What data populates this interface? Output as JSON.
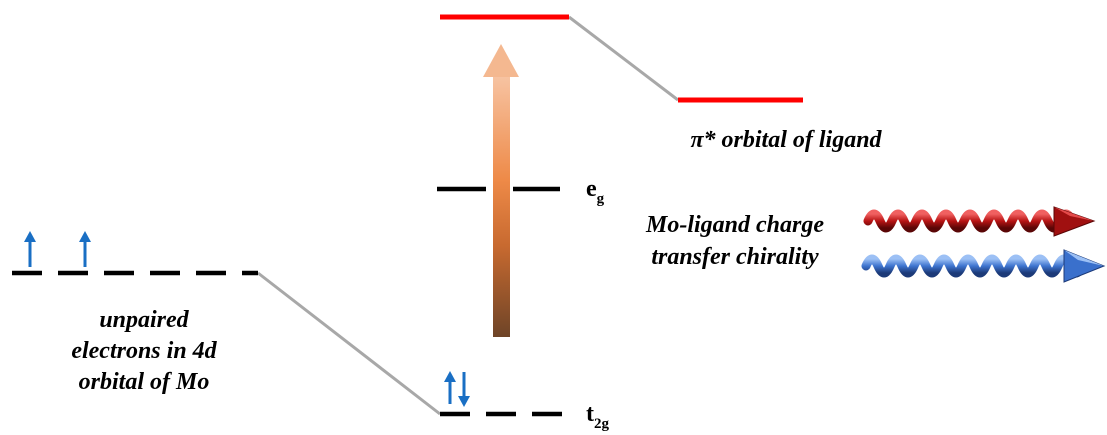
{
  "colors": {
    "level_black": "#000000",
    "level_red": "#ff0000",
    "connector_gray": "#a8a8a8",
    "electron_blue": "#1a6fc4",
    "arrow_top": "#f7c4a3",
    "arrow_mid": "#e87f3e",
    "arrow_bottom": "#6e4427",
    "helix_red": "#c21b1b",
    "helix_blue": "#4a80d8"
  },
  "labels": {
    "mo_line1": "unpaired",
    "mo_line2": "electrons in 4d",
    "mo_line3": "orbital of Mo",
    "eg_main": "e",
    "eg_sub": "g",
    "t2g_main": "t",
    "t2g_sub": "2g",
    "pi_star": "π* orbital of ligand",
    "chirality_line1": "Mo-ligand charge",
    "chirality_line2": "transfer chirality"
  },
  "icons": {
    "electron_up": "arrow-up-icon",
    "electron_down": "arrow-down-icon",
    "excitation": "excitation-arrow",
    "helix_red": "red-helix-arrow-icon",
    "helix_blue": "blue-helix-arrow-icon"
  }
}
